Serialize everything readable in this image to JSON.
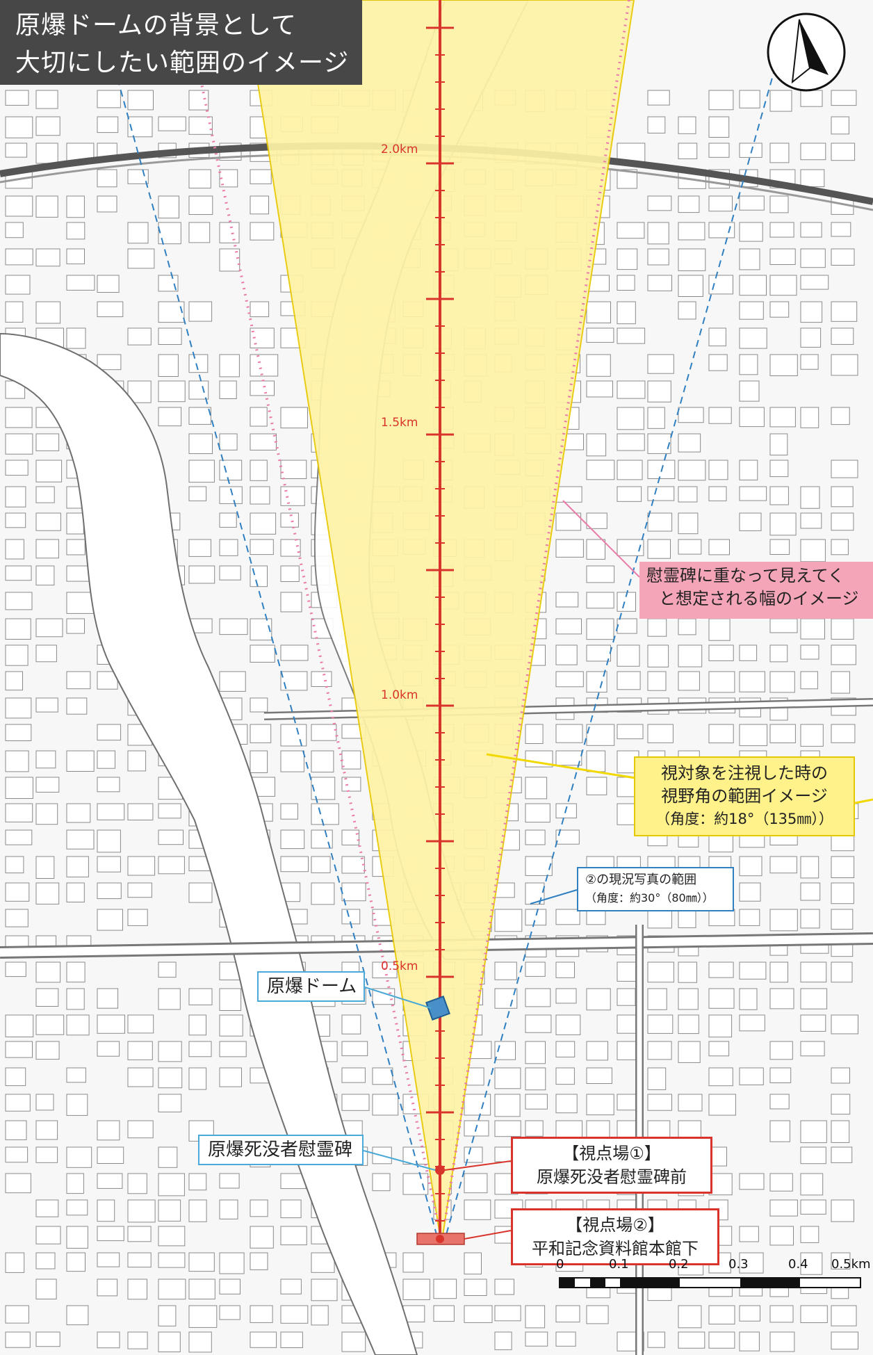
{
  "title": {
    "line1": "原爆ドームの背景として",
    "line2": "大切にしたい範囲のイメージ"
  },
  "compass": {
    "icon": "north-arrow-icon"
  },
  "distance_markers": [
    "2.0km",
    "1.5km",
    "1.0km",
    "0.5km"
  ],
  "callouts": {
    "overlap_width": {
      "line1": "慰霊碑に重なって見えてく",
      "line2": "と想定される幅のイメージ"
    },
    "view_angle": {
      "line1": "視対象を注視した時の",
      "line2": "視野角の範囲イメージ",
      "line3": "（角度：約18°（135㎜））"
    },
    "photo_range": {
      "line1": "②の現況写真の範囲",
      "line2": "（角度：約30°（80㎜））"
    },
    "dome": "原爆ドーム",
    "cenotaph": "原爆死没者慰霊碑",
    "viewpoint1": {
      "line1": "【視点場①】",
      "line2": "原爆死没者慰霊碑前"
    },
    "viewpoint2": {
      "line1": "【視点場②】",
      "line2": "平和記念資料館本館下"
    }
  },
  "scale_bar": {
    "labels": [
      "0",
      "0.1",
      "0.2",
      "0.3",
      "0.4",
      "0.5km"
    ]
  },
  "colors": {
    "view_cone": "#fff3a6",
    "axis": "#d9342b",
    "dotted_boundary": "#e97aa9",
    "dashed_photo": "#2f7fc1",
    "river": "#ffffff",
    "dome_marker": "#4a90c8",
    "museum_marker": "#e8736a"
  }
}
